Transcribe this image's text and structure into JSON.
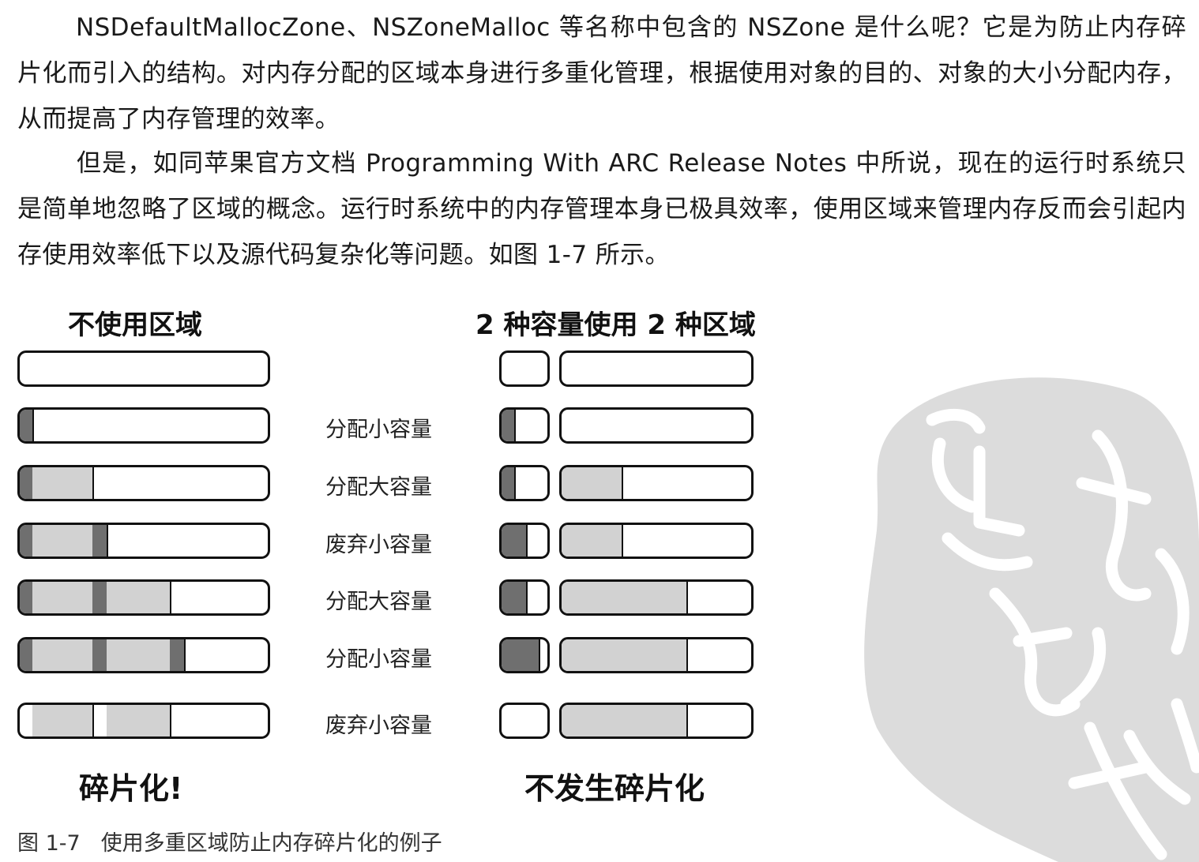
{
  "paragraphs": [
    "NSDefaultMallocZone、NSZoneMalloc 等名称中包含的 NSZone 是什么呢？它是为防止内存碎片化而引入的结构。对内存分配的区域本身进行多重化管理，根据使用对象的目的、对象的大小分配内存，从而提高了内存管理的效率。",
    "但是，如同苹果官方文档 Programming With ARC Release Notes 中所说，现在的运行时系统只是简单地忽略了区域的概念。运行时系统中的内存管理本身已极具效率，使用区域来管理内存反而会引起内存使用效率低下以及源代码复杂化等问题。如图 1-7 所示。"
  ],
  "figure": {
    "left_heading": "不使用区域",
    "right_heading": "2 种容量使用 2 种区域",
    "step_labels": [
      "分配小容量",
      "分配大容量",
      "废弃小容量",
      "分配大容量",
      "分配小容量",
      "废弃小容量"
    ],
    "left_result": "碎片化!",
    "right_result": "不发生碎片化",
    "caption_number": "图 1-7",
    "caption_text": "使用多重区域防止内存碎片化的例子"
  },
  "colors": {
    "small_block": "#6f6f6f",
    "large_block": "#d2d2d2",
    "outline": "#111111",
    "seal_background": "#dcdcdc"
  }
}
